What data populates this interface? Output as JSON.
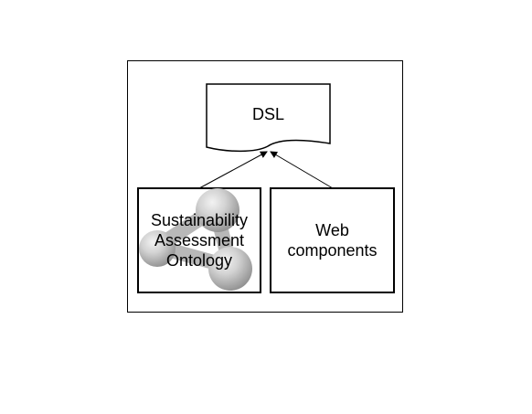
{
  "nodes": {
    "dsl": {
      "label": "DSL"
    },
    "ontology": {
      "lines": [
        "Sustainability",
        "Assessment",
        "Ontology"
      ]
    },
    "web": {
      "lines": [
        "Web",
        "components"
      ]
    }
  }
}
